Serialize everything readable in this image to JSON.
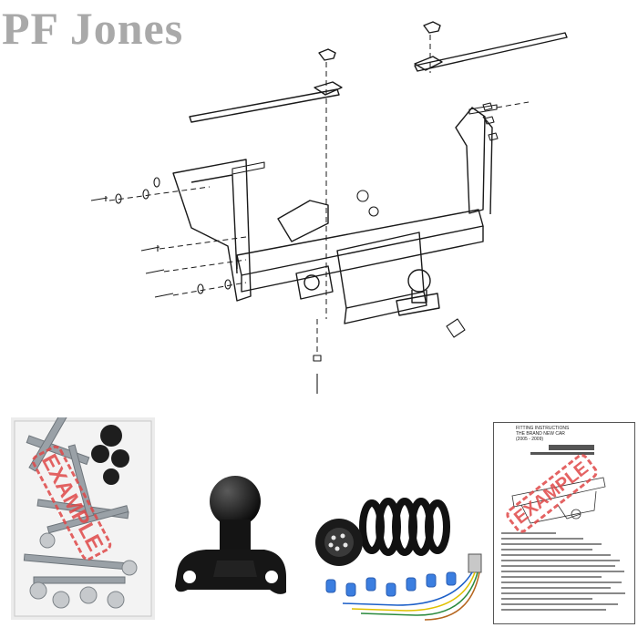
{
  "brand": {
    "logo_text": "PF Jones"
  },
  "diagram": {
    "kind": "exploded-view-towbar",
    "icon": "towbar-diagram"
  },
  "products": [
    {
      "name": "fitting-kit-bag",
      "stamp": "EXAMPLE"
    },
    {
      "name": "tow-ball"
    },
    {
      "name": "wiring-kit"
    },
    {
      "name": "fitting-instructions",
      "stamp": "EXAMPLE"
    }
  ],
  "instructions": {
    "title_line1": "FITTING INSTRUCTIONS",
    "title_line2": "THE BRAND NEW CAR",
    "title_line3": "(2005 - 2009)"
  },
  "colors": {
    "brand_grey": "#a9a9a9",
    "stamp_red": "#e04848",
    "line": "#1a1a1a"
  }
}
